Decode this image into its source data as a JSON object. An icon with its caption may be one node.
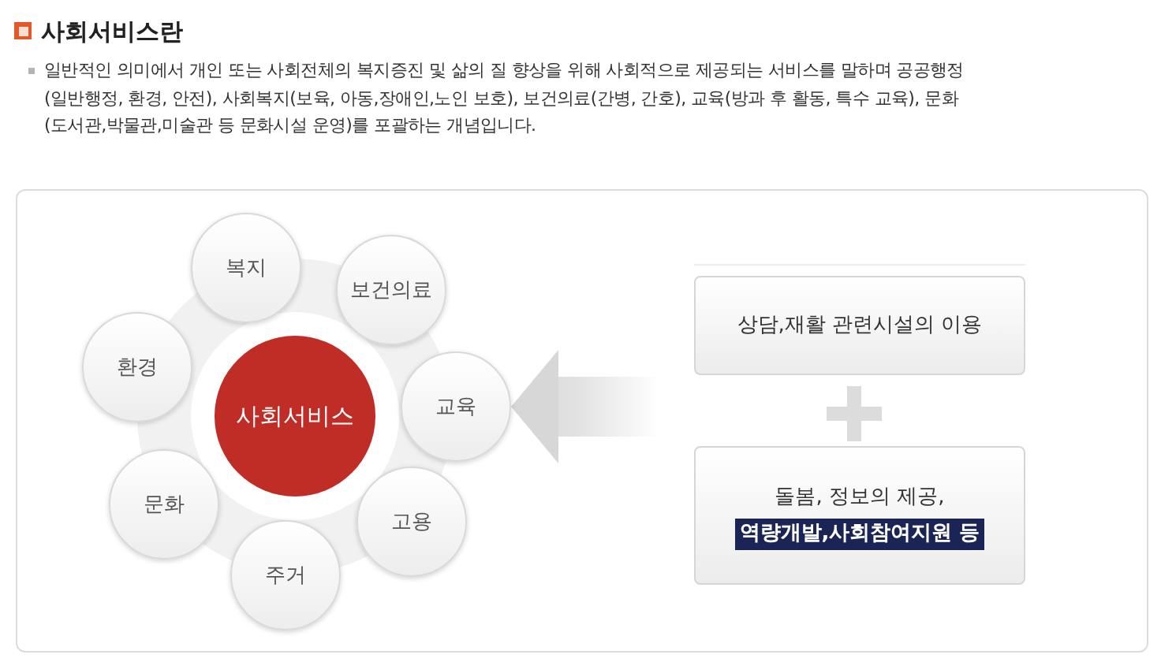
{
  "diagram": {
    "title": "사회서비스란",
    "nodes": [
      {
        "text": [
          "사회서비스"
        ]
      },
      {
        "text": [
          "복지"
        ]
      },
      {
        "text": [
          "보건의료"
        ]
      },
      {
        "text": [
          "교육"
        ]
      },
      {
        "text": [
          "고용"
        ]
      },
      {
        "text": [
          "주거"
        ]
      },
      {
        "text": [
          "문화"
        ]
      },
      {
        "text": [
          "환경"
        ]
      },
      {
        "text": [
          "상담,재활 관련시설의 이용"
        ]
      },
      {
        "text": [
          "돌봄, 정보의 제공,",
          "역량개발,사회참여지원 등"
        ]
      }
    ],
    "edges": [
      {
        "from": null,
        "to": 3,
        "arrow": "to"
      }
    ],
    "labels": [
      "일반적인 의미에서 개인 또는 사회전체의 복지증진 및 삶의 질 향상을 위해 사회적으로 제공되는 서비스를 말하며 공공행정 (일반행정, 환경, 안전), 사회복지(보육, 아동,장애인,노인 보호), 보건의료(간병, 간호), 교육(방과 후 활동, 특수 교육), 문화 (도서관,박물관,미술관 등 문화시설 운영)를 포괄하는 개념입니다."
    ]
  }
}
